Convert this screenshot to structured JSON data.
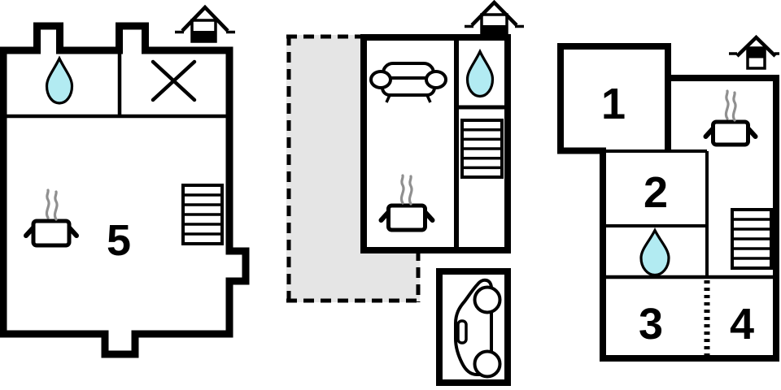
{
  "colors": {
    "outline": "#000000",
    "water": "#b2ebf2",
    "terrace_fill": "#e5e5e5",
    "steam": "#8f8f8f",
    "background": "#ffffff"
  },
  "buildings": {
    "annex_ground_floor": {
      "floor_indicator": "ground-floor",
      "rooms": [
        {
          "label": "5"
        }
      ],
      "icons": [
        "water-drop",
        "crossed-out",
        "cooking-pot",
        "stairs"
      ]
    },
    "main_ground_floor": {
      "floor_indicator": "ground-floor",
      "icons": [
        "sofa",
        "water-drop",
        "stairs",
        "cooking-pot"
      ],
      "terrace": "dashed outline, gray fill",
      "garage_icons": [
        "car"
      ]
    },
    "main_upper_floor": {
      "floor_indicator": "upper-floor",
      "rooms": [
        {
          "label": "1"
        },
        {
          "label": "2"
        },
        {
          "label": "3"
        },
        {
          "label": "4"
        }
      ],
      "icons": [
        "cooking-pot",
        "water-drop",
        "stairs"
      ]
    }
  }
}
